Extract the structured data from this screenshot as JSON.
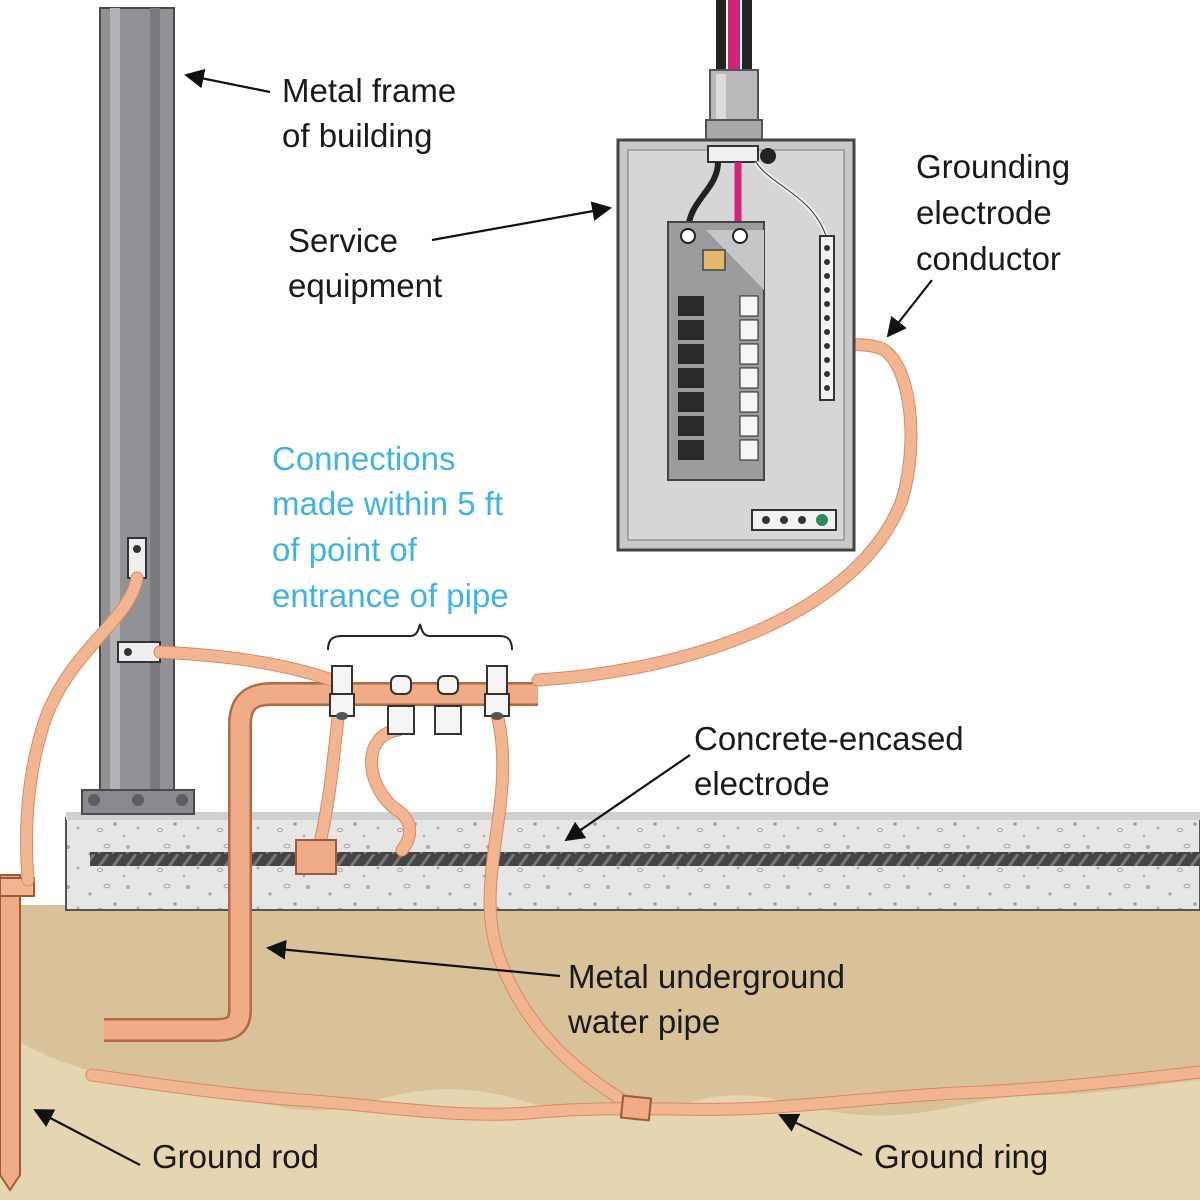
{
  "labels": {
    "metal_frame_line1": "Metal frame",
    "metal_frame_line2": "of building",
    "service_line1": "Service",
    "service_line2": "equipment",
    "gec_line1": "Grounding",
    "gec_line2": "electrode",
    "gec_line3": "conductor",
    "connections_line1": "Connections",
    "connections_line2": "made within 5 ft",
    "connections_line3": "of point of",
    "connections_line4": "entrance of pipe",
    "concrete_line1": "Concrete-encased",
    "concrete_line2": "electrode",
    "water_pipe_line1": "Metal underground",
    "water_pipe_line2": "water pipe",
    "ground_rod": "Ground rod",
    "ground_ring": "Ground ring"
  },
  "icons": {
    "building_frame": "steel-column-icon",
    "panel": "service-panel-icon",
    "clamp": "pipe-clamp-icon"
  },
  "colors": {
    "copper_wire": "#f2b592",
    "ground": "#d9c29a",
    "concrete": "#e4e6e4",
    "steel": "#8f8f93",
    "panel": "#c8c8ca",
    "annotation_blue": "#3fb4e3",
    "hot_wire_red": "#d2237a"
  }
}
